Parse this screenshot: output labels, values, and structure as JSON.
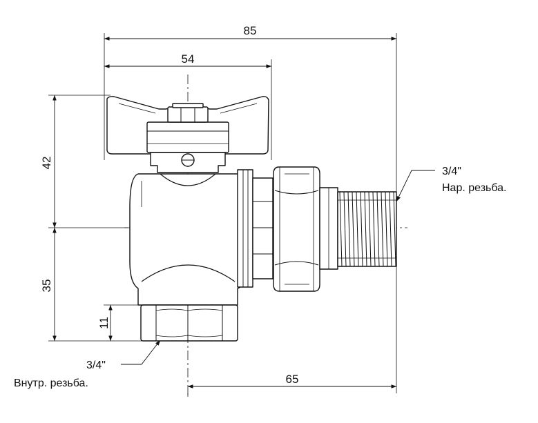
{
  "dimensions": {
    "total_width": "85",
    "body_width": "54",
    "height_above_axis": "42",
    "height_below_axis": "35",
    "inlet_height": "11",
    "outlet_length": "65"
  },
  "callouts": {
    "male_thread_size": "3/4\"",
    "male_thread_label": "Нар. резьба.",
    "female_thread_size": "3/4\"",
    "female_thread_label": "Внутр. резьба."
  },
  "colors": {
    "line": "#111111",
    "background": "#ffffff"
  }
}
